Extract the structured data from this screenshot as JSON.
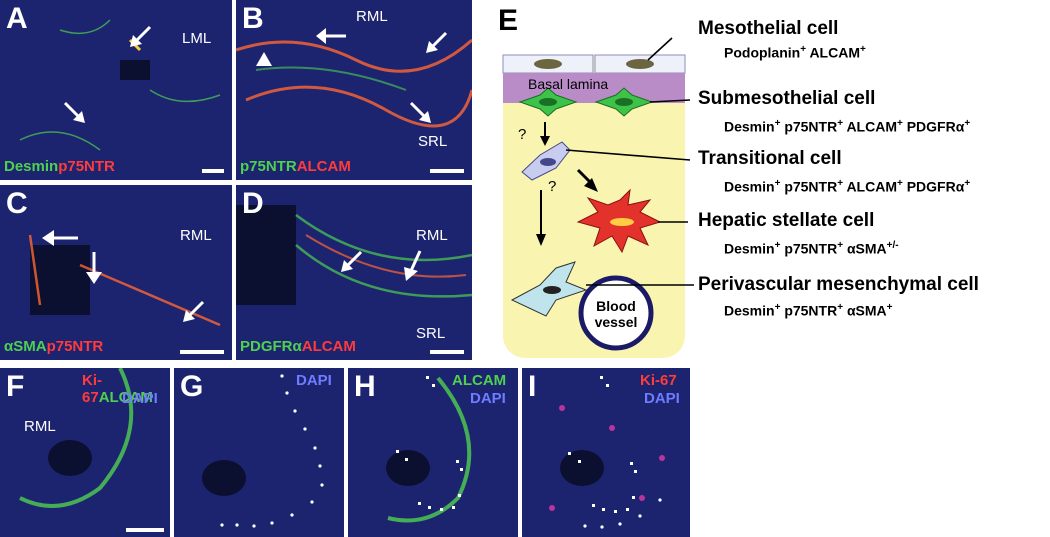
{
  "figure": {
    "panels": {
      "A": {
        "label": "A",
        "region": "LML",
        "stain_green": "Desmin",
        "stain_red": "p75NTR"
      },
      "B": {
        "label": "B",
        "region_top": "RML",
        "region_bottom": "SRL",
        "stain_green": "p75NTR",
        "stain_red": "ALCAM"
      },
      "C": {
        "label": "C",
        "region": "RML",
        "stain_green": "αSMA",
        "stain_red": "p75NTR"
      },
      "D": {
        "label": "D",
        "region_top": "RML",
        "region_bottom": "SRL",
        "stain_green": "PDGFRα",
        "stain_red": "ALCAM"
      },
      "E": {
        "label": "E"
      },
      "F": {
        "label": "F",
        "region": "RML",
        "stain_red": "Ki-67",
        "stain_green": "ALCAM",
        "stain_blue": "DAPI"
      },
      "G": {
        "label": "G",
        "stain_blue": "DAPI"
      },
      "H": {
        "label": "H",
        "stain_green": "ALCAM",
        "stain_blue": "DAPI"
      },
      "I": {
        "label": "I",
        "stain_red": "Ki-67",
        "stain_blue": "DAPI"
      }
    },
    "schematic": {
      "basal_lamina": "Basal lamina",
      "question": "?",
      "blood_vessel": [
        "Blood",
        "vessel"
      ],
      "cells": [
        {
          "name": "Mesothelial cell",
          "markers": [
            [
              "Podoplanin",
              "+"
            ],
            [
              "ALCAM",
              "+"
            ]
          ]
        },
        {
          "name": "Submesothelial cell",
          "markers": [
            [
              "Desmin",
              "+"
            ],
            [
              "p75NTR",
              "+"
            ],
            [
              "ALCAM",
              "+"
            ],
            [
              "PDGFRα",
              "+"
            ]
          ]
        },
        {
          "name": "Transitional cell",
          "markers": [
            [
              "Desmin",
              "+"
            ],
            [
              "p75NTR",
              "+"
            ],
            [
              "ALCAM",
              "+"
            ],
            [
              "PDGFRα",
              "+"
            ]
          ]
        },
        {
          "name": "Hepatic stellate cell",
          "markers": [
            [
              "Desmin",
              "+"
            ],
            [
              "p75NTR",
              "+"
            ],
            [
              "αSMA",
              "+/-"
            ]
          ]
        },
        {
          "name": "Perivascular mesenchymal cell",
          "markers": [
            [
              "Desmin",
              "+"
            ],
            [
              "p75NTR",
              "+"
            ],
            [
              "αSMA",
              "+"
            ]
          ]
        }
      ]
    },
    "colors": {
      "green": "#4fd04f",
      "red": "#ff3b3b",
      "blue": "#6f7cff",
      "tissue": "#1a2266"
    }
  }
}
